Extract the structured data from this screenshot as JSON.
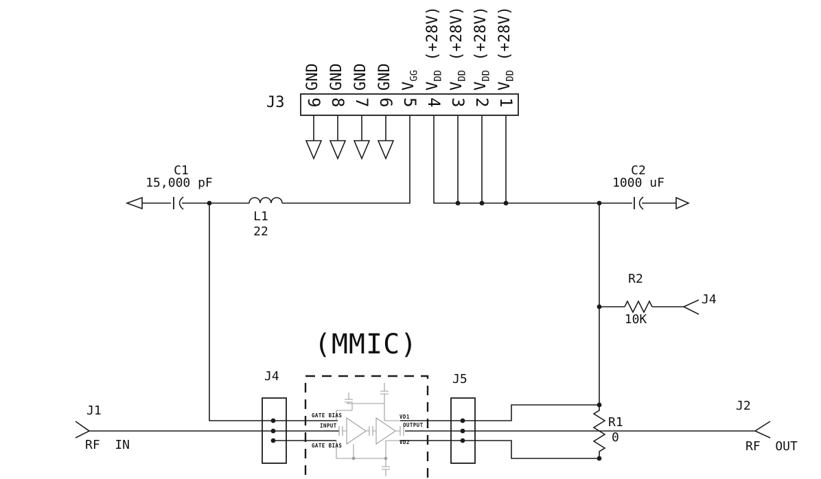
{
  "schematic": {
    "colors": {
      "line": "#1a1a1a",
      "internal": "#9b9b9b",
      "background": "#ffffff"
    },
    "j3": {
      "label": "J3",
      "pins": [
        {
          "number": "9",
          "base": "GND",
          "sub": "",
          "suffix": ""
        },
        {
          "number": "8",
          "base": "GND",
          "sub": "",
          "suffix": ""
        },
        {
          "number": "7",
          "base": "GND",
          "sub": "",
          "suffix": ""
        },
        {
          "number": "6",
          "base": "GND",
          "sub": "",
          "suffix": ""
        },
        {
          "number": "5",
          "base": "V",
          "sub": "GG",
          "suffix": ""
        },
        {
          "number": "4",
          "base": "V",
          "sub": "DD",
          "suffix": " (+28V)"
        },
        {
          "number": "3",
          "base": "V",
          "sub": "DD",
          "suffix": " (+28V)"
        },
        {
          "number": "2",
          "base": "V",
          "sub": "DD",
          "suffix": " (+28V)"
        },
        {
          "number": "1",
          "base": "V",
          "sub": "DD",
          "suffix": " (+28V)"
        }
      ]
    },
    "components": {
      "c1": {
        "ref": "C1",
        "value": "15,000 pF"
      },
      "l1": {
        "ref": "L1",
        "value": "22"
      },
      "c2": {
        "ref": "C2",
        "value": "1000 uF"
      },
      "r2": {
        "ref": "R2",
        "value": "10K",
        "port": "J4"
      },
      "r1": {
        "ref": "R1",
        "value": "0"
      }
    },
    "ports": {
      "j1": {
        "ref": "J1",
        "label": "RF  IN"
      },
      "j2": {
        "ref": "J2",
        "label": "RF  OUT"
      }
    },
    "mmic": {
      "title": "(MMIC)",
      "j4_label": "J4",
      "j5_label": "J5",
      "pins_left": [
        "GATE BIAS",
        "INPUT",
        "GATE BIAS"
      ],
      "pins_right": [
        "VD1",
        "OUTPUT",
        "VD2"
      ]
    }
  }
}
